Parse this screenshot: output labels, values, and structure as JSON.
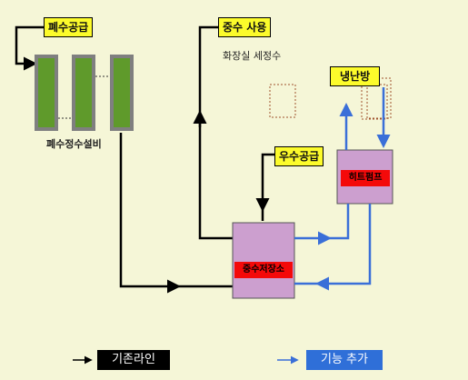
{
  "labels": {
    "wastewater_supply": "폐수공급",
    "wastewater_facility": "폐수정수설비",
    "graywater_use": "중수 사용",
    "graywater_use_detail": "화장실 세정수",
    "rainwater_supply": "우수공급",
    "cooling_heating": "냉난방",
    "heat_pump": "히트펌프",
    "graywater_tank": "중수저장소"
  },
  "legend": {
    "existing_line": "기존라인",
    "added_function": "기능 추가"
  },
  "colors": {
    "background": "#f5f6d7",
    "existing_line": "#000000",
    "added_line": "#3a6fd8",
    "tank_fill": "#cc9fcf",
    "filter_fill": "#5f9a2b",
    "label_bg": "#fcfb2b",
    "tag_bg": "#f40a0a"
  }
}
